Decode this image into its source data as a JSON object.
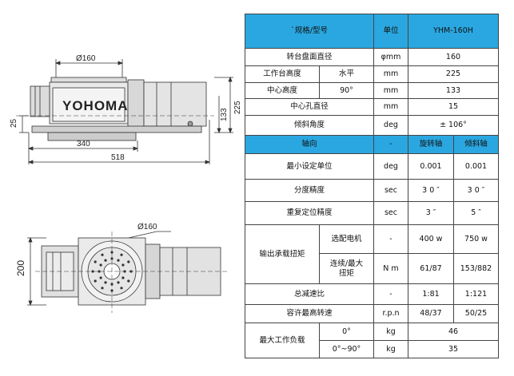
{
  "drawing": {
    "dim_diameter_front": "Ø160",
    "dim_length_340": "340",
    "dim_length_518": "518",
    "dim_height_25": "25",
    "dim_height_133": "133",
    "dim_height_225": "225",
    "brand_label": "YOHOMA",
    "dim_diameter_top": "Ø160",
    "dim_width_200": "200"
  },
  "table": {
    "header": {
      "spec": "`规格/型号",
      "unit": "单位",
      "model": "YHM-160H"
    },
    "rows": {
      "table_dia": {
        "label": "转台盘面直径",
        "unit": "φmm",
        "value": "160"
      },
      "table_height": {
        "label": "工作台高度",
        "sub": "水平",
        "unit": "mm",
        "value": "225"
      },
      "center_height": {
        "label": "中心高度",
        "sub": "90°",
        "unit": "mm",
        "value": "133"
      },
      "center_hole": {
        "label": "中心孔直径",
        "unit": "mm",
        "value": "15"
      },
      "tilt_angle": {
        "label": "倾斜角度",
        "unit": "deg",
        "value": "± 106°"
      }
    },
    "axis_header": {
      "label": "轴向",
      "unit": "-",
      "rotary": "旋转轴",
      "tilt": "倾斜轴"
    },
    "axis_rows": {
      "min_unit": {
        "label": "最小设定单位",
        "unit": "deg",
        "rotary": "0.001",
        "tilt": "0.001"
      },
      "index_acc": {
        "label": "分度精度",
        "unit": "sec",
        "rotary": "3 0 ″",
        "tilt": "3 0 ″"
      },
      "repeat_acc": {
        "label": "重复定位精度",
        "unit": "sec",
        "rotary": "3 ″",
        "tilt": "5 ″"
      },
      "motor": {
        "label": "输出承载扭矩",
        "sub": "选配电机",
        "unit": "-",
        "rotary": "400 w",
        "tilt": "750 w"
      },
      "torque": {
        "sub": "连续/最大扭矩",
        "unit": "N m",
        "rotary": "61/87",
        "tilt": "153/882"
      },
      "reduction": {
        "label": "总减速比",
        "unit": "-",
        "rotary": "1:81",
        "tilt": "1:121"
      },
      "speed": {
        "label": "容许最高转速",
        "unit": "r.p.n",
        "rotary": "48/37",
        "tilt": "50/25"
      }
    },
    "load": {
      "label": "最大工作负载",
      "row0": {
        "sub": "0°",
        "unit": "kg",
        "value": "46"
      },
      "row90": {
        "sub": "0°~90°",
        "unit": "kg",
        "value": "35"
      }
    }
  }
}
